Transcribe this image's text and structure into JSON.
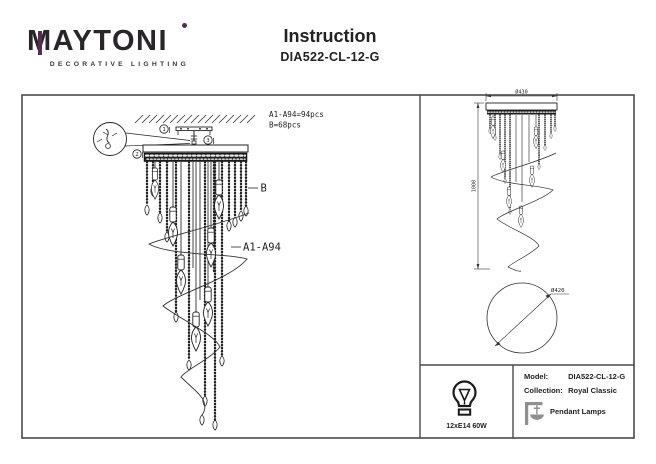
{
  "header": {
    "logo_text": "MAYTONI",
    "logo_subtitle": "DECORATIVE LIGHTING",
    "title": "Instruction",
    "subtitle": "DIA522-CL-12-G"
  },
  "diagram": {
    "parts_line1": "A1-A94=94pcs",
    "parts_line2": "B=68pcs",
    "chain_label": "B",
    "crystal_label": "A1-A94",
    "step_1": "1",
    "step_2": "2",
    "step_3": "3"
  },
  "dimensions": {
    "canopy_diameter": "Ø430",
    "height": "1000",
    "fixture_diameter": "Ø420"
  },
  "spec": {
    "bulb": "12xE14 60W",
    "model_label": "Model:",
    "model_value": "DIA522-CL-12-G",
    "collection_label": "Collection:",
    "collection_value": "Royal Classic",
    "category": "Pendant Lamps"
  },
  "colors": {
    "accent_purple": "#5b2b4f",
    "line_black": "#1f1f1f",
    "icon_gray": "#8f8f8f"
  }
}
